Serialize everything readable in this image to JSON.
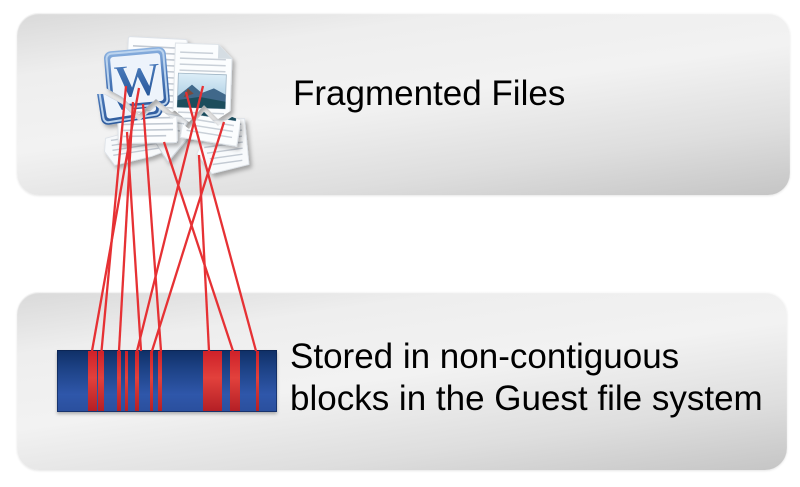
{
  "top_panel": {
    "label": "Fragmented Files"
  },
  "bottom_panel": {
    "label_lines": [
      "Stored in non-contiguous",
      "blocks in the Guest file system"
    ]
  },
  "icons": [
    {
      "name": "word-document-torn-icon"
    },
    {
      "name": "image-file-torn-icon"
    },
    {
      "name": "torn-paper-fragments-icon"
    }
  ],
  "storage_bar": {
    "meaning": "Guest file system blocks; red = fragment locations",
    "blocks": [
      {
        "x": 31.3,
        "w": 8.4
      },
      {
        "x": 41.3,
        "w": 5.5
      },
      {
        "x": 59.5,
        "w": 4.2
      },
      {
        "x": 68.0,
        "w": 3.4
      },
      {
        "x": 78.0,
        "w": 4.4
      },
      {
        "x": 93.0,
        "w": 3.4
      },
      {
        "x": 101.3,
        "w": 3.4
      },
      {
        "x": 146.3,
        "w": 18.4
      },
      {
        "x": 172.8,
        "w": 10.2
      },
      {
        "x": 198.8,
        "w": 3.6
      }
    ]
  },
  "fragment_lines": [
    [
      126,
      86,
      101.5,
      351
    ],
    [
      139,
      88,
      92,
      351
    ],
    [
      133,
      102,
      119,
      351
    ],
    [
      143,
      104,
      161,
      351
    ],
    [
      203,
      86,
      137,
      351
    ],
    [
      186,
      92,
      256,
      351
    ],
    [
      127,
      132,
      141,
      351
    ],
    [
      164,
      142,
      233,
      351
    ],
    [
      224,
      122,
      152,
      351
    ],
    [
      199,
      155,
      209,
      351
    ]
  ],
  "colors": {
    "line_red": "#e63134",
    "stripe_red": "#d6232b",
    "bar_blue_dark": "#0f2f66",
    "bar_blue_light": "#2f57aa",
    "panel_gray": "#e5e5e5",
    "text": "#000000"
  }
}
